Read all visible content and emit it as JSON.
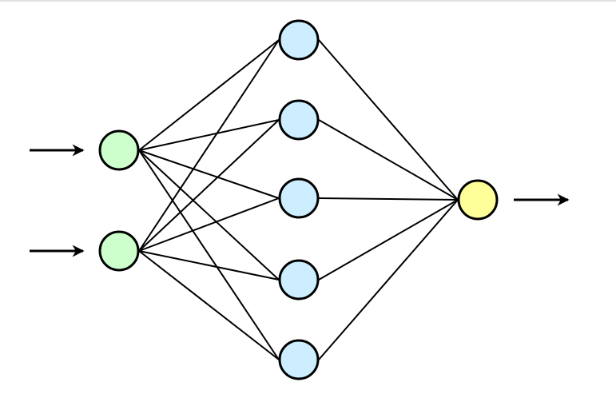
{
  "diagram": {
    "type": "neural-network",
    "layers": [
      {
        "role": "input",
        "nodes": 2,
        "color": "#ccffcc"
      },
      {
        "role": "hidden",
        "nodes": 5,
        "color": "#cceeff"
      },
      {
        "role": "output",
        "nodes": 1,
        "color": "#ffff99"
      }
    ],
    "connections": "fully-connected",
    "edge_color": "#000000",
    "input_arrows": 2,
    "output_arrows": 1
  }
}
